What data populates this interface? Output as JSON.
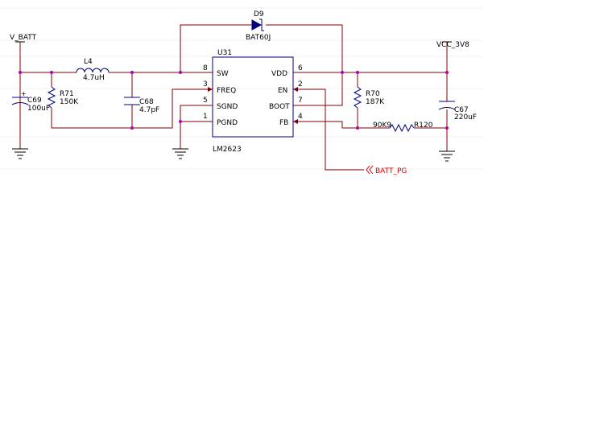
{
  "nets": {
    "v_batt": "V_BATT",
    "vcc_3v8": "VCC_3V8",
    "batt_pg": "BATT_PG"
  },
  "ic": {
    "ref": "U31",
    "part": "LM2623",
    "left_pins": [
      {
        "num": "8",
        "name": "SW"
      },
      {
        "num": "3",
        "name": "FREQ"
      },
      {
        "num": "5",
        "name": "SGND"
      },
      {
        "num": "1",
        "name": "PGND"
      }
    ],
    "right_pins": [
      {
        "num": "6",
        "name": "VDD"
      },
      {
        "num": "2",
        "name": "EN"
      },
      {
        "num": "7",
        "name": "BOOT"
      },
      {
        "num": "4",
        "name": "FB"
      }
    ]
  },
  "components": {
    "l4": {
      "ref": "L4",
      "value": "4.7uH"
    },
    "d9": {
      "ref": "D9",
      "value": "BAT60J"
    },
    "c69": {
      "ref": "C69",
      "value": "100uF"
    },
    "r71": {
      "ref": "R71",
      "value": "150K"
    },
    "c68": {
      "ref": "C68",
      "value": "4.7pF"
    },
    "r70": {
      "ref": "R70",
      "value": "187K"
    },
    "c67": {
      "ref": "C67",
      "value": "220uF"
    },
    "r120": {
      "ref": "R120",
      "value": "90K9"
    }
  },
  "colors": {
    "wire": "#800000",
    "body": "#000080",
    "junction": "#b000b0",
    "net_label": "#cc0000"
  }
}
